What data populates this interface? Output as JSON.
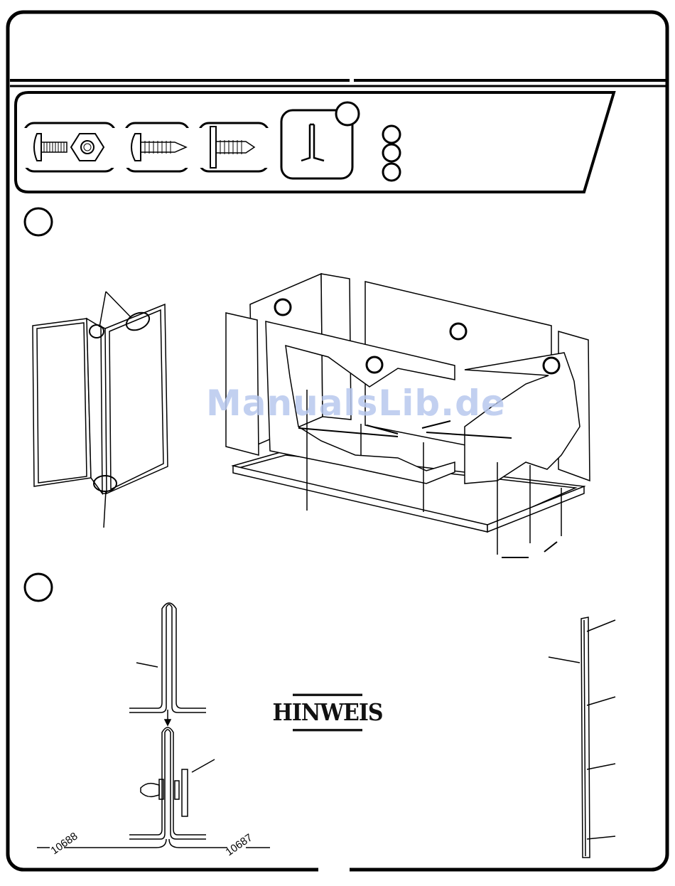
{
  "watermark": "ManualsLib.de",
  "notice": {
    "label": "HINWEIS"
  },
  "part_numbers": {
    "left": "10688",
    "right": "10687"
  }
}
